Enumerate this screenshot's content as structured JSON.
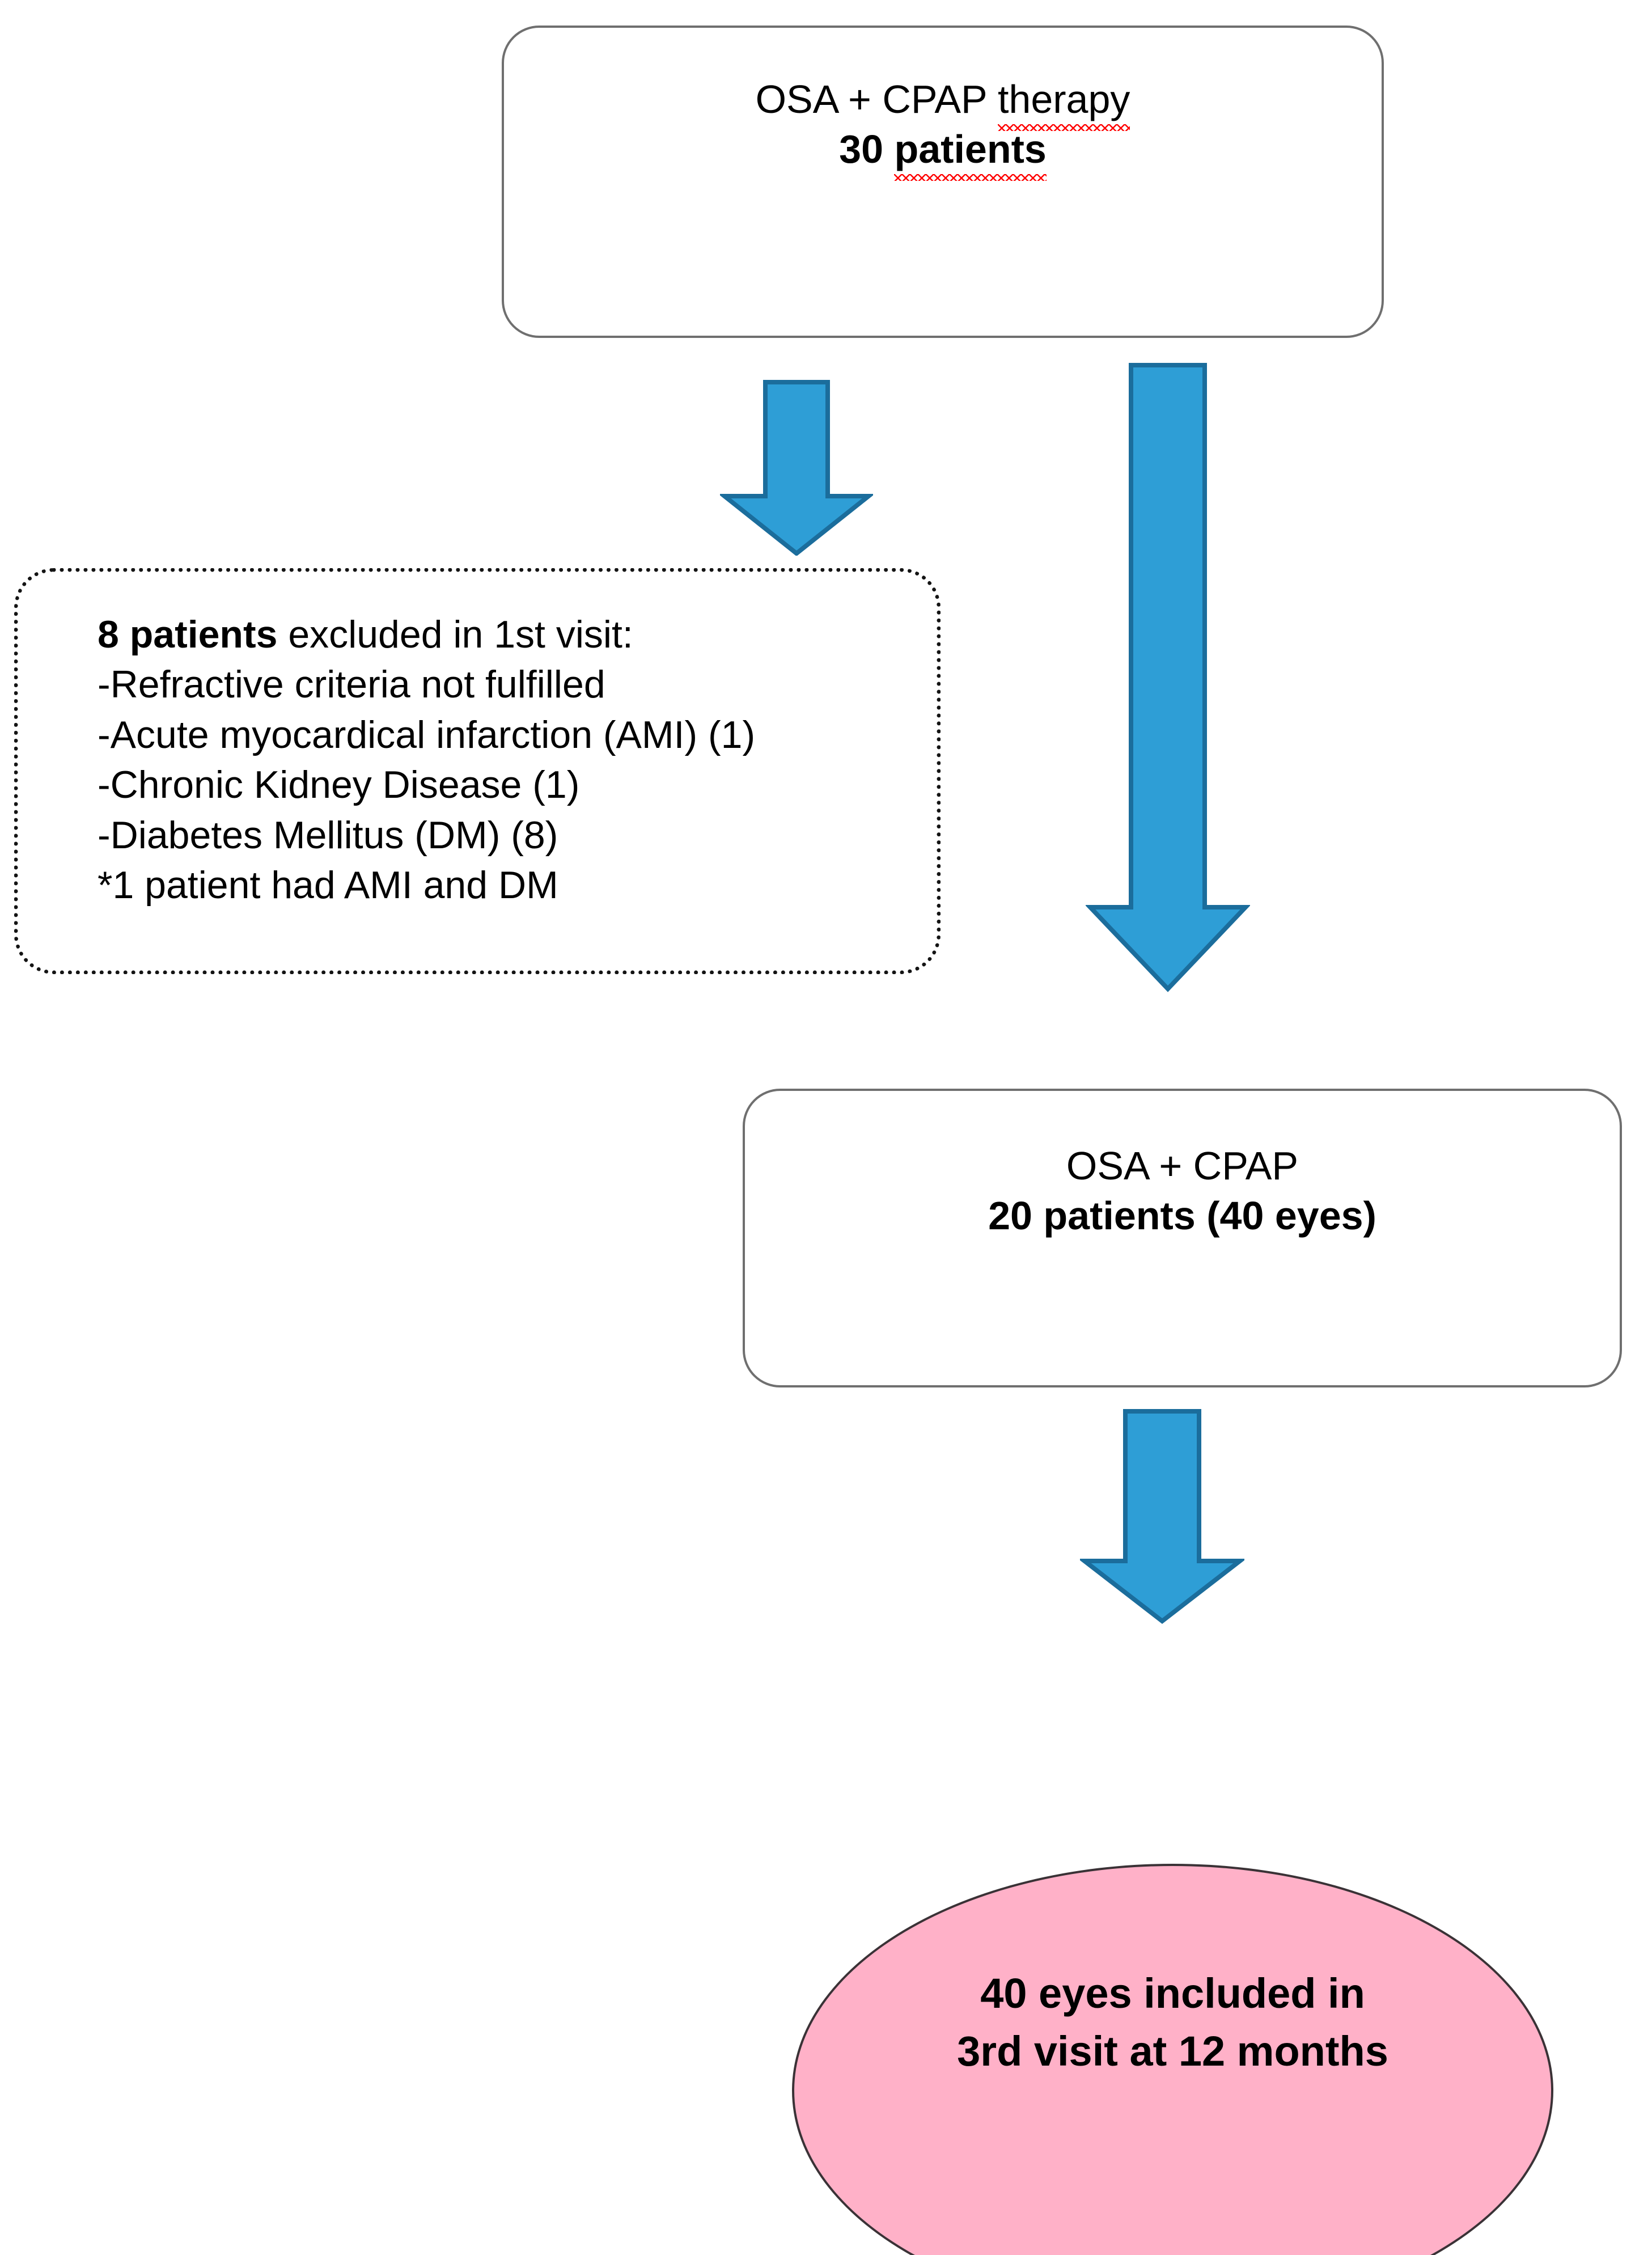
{
  "diagram": {
    "title": "OSA CPAP study patient flow diagram",
    "colors": {
      "arrow_fill": "#2e9ed6",
      "arrow_stroke": "#1b6d9c",
      "ellipse_fill": "#ffb1c8",
      "ellipse_stroke": "#3a3236",
      "box_stroke": "#6f6f6f",
      "dotted_box_stroke": "#141414",
      "spellcheck_underline": "#fe0000",
      "text": "#000000"
    },
    "nodes": {
      "top_box": {
        "line1": "OSA + CPAP ",
        "line1_misspelled": "therapy",
        "line2_prefix": "30 ",
        "line2_misspelled": "patients"
      },
      "excluded_box": {
        "heading_bold": "8 patients",
        "heading_rest": " excluded in 1st visit:",
        "items": [
          "-Refractive criteria not fulfilled",
          "-Acute myocardical infarction (AMI) (1)",
          "-Chronic Kidney Disease (1)",
          "-Diabetes Mellitus (DM) (8)",
          "*1 patient had AMI and DM"
        ]
      },
      "middle_box": {
        "line1": "OSA + CPAP",
        "line2": "20 patients (40 eyes)"
      },
      "final_ellipse": {
        "line1": "40 eyes included in",
        "line2": "3rd visit at 12 months"
      }
    },
    "arrows": [
      {
        "name": "arrow-to-excluded",
        "direction": "down"
      },
      {
        "name": "arrow-to-middle-box",
        "direction": "down"
      },
      {
        "name": "arrow-to-final-ellipse",
        "direction": "down"
      }
    ]
  }
}
